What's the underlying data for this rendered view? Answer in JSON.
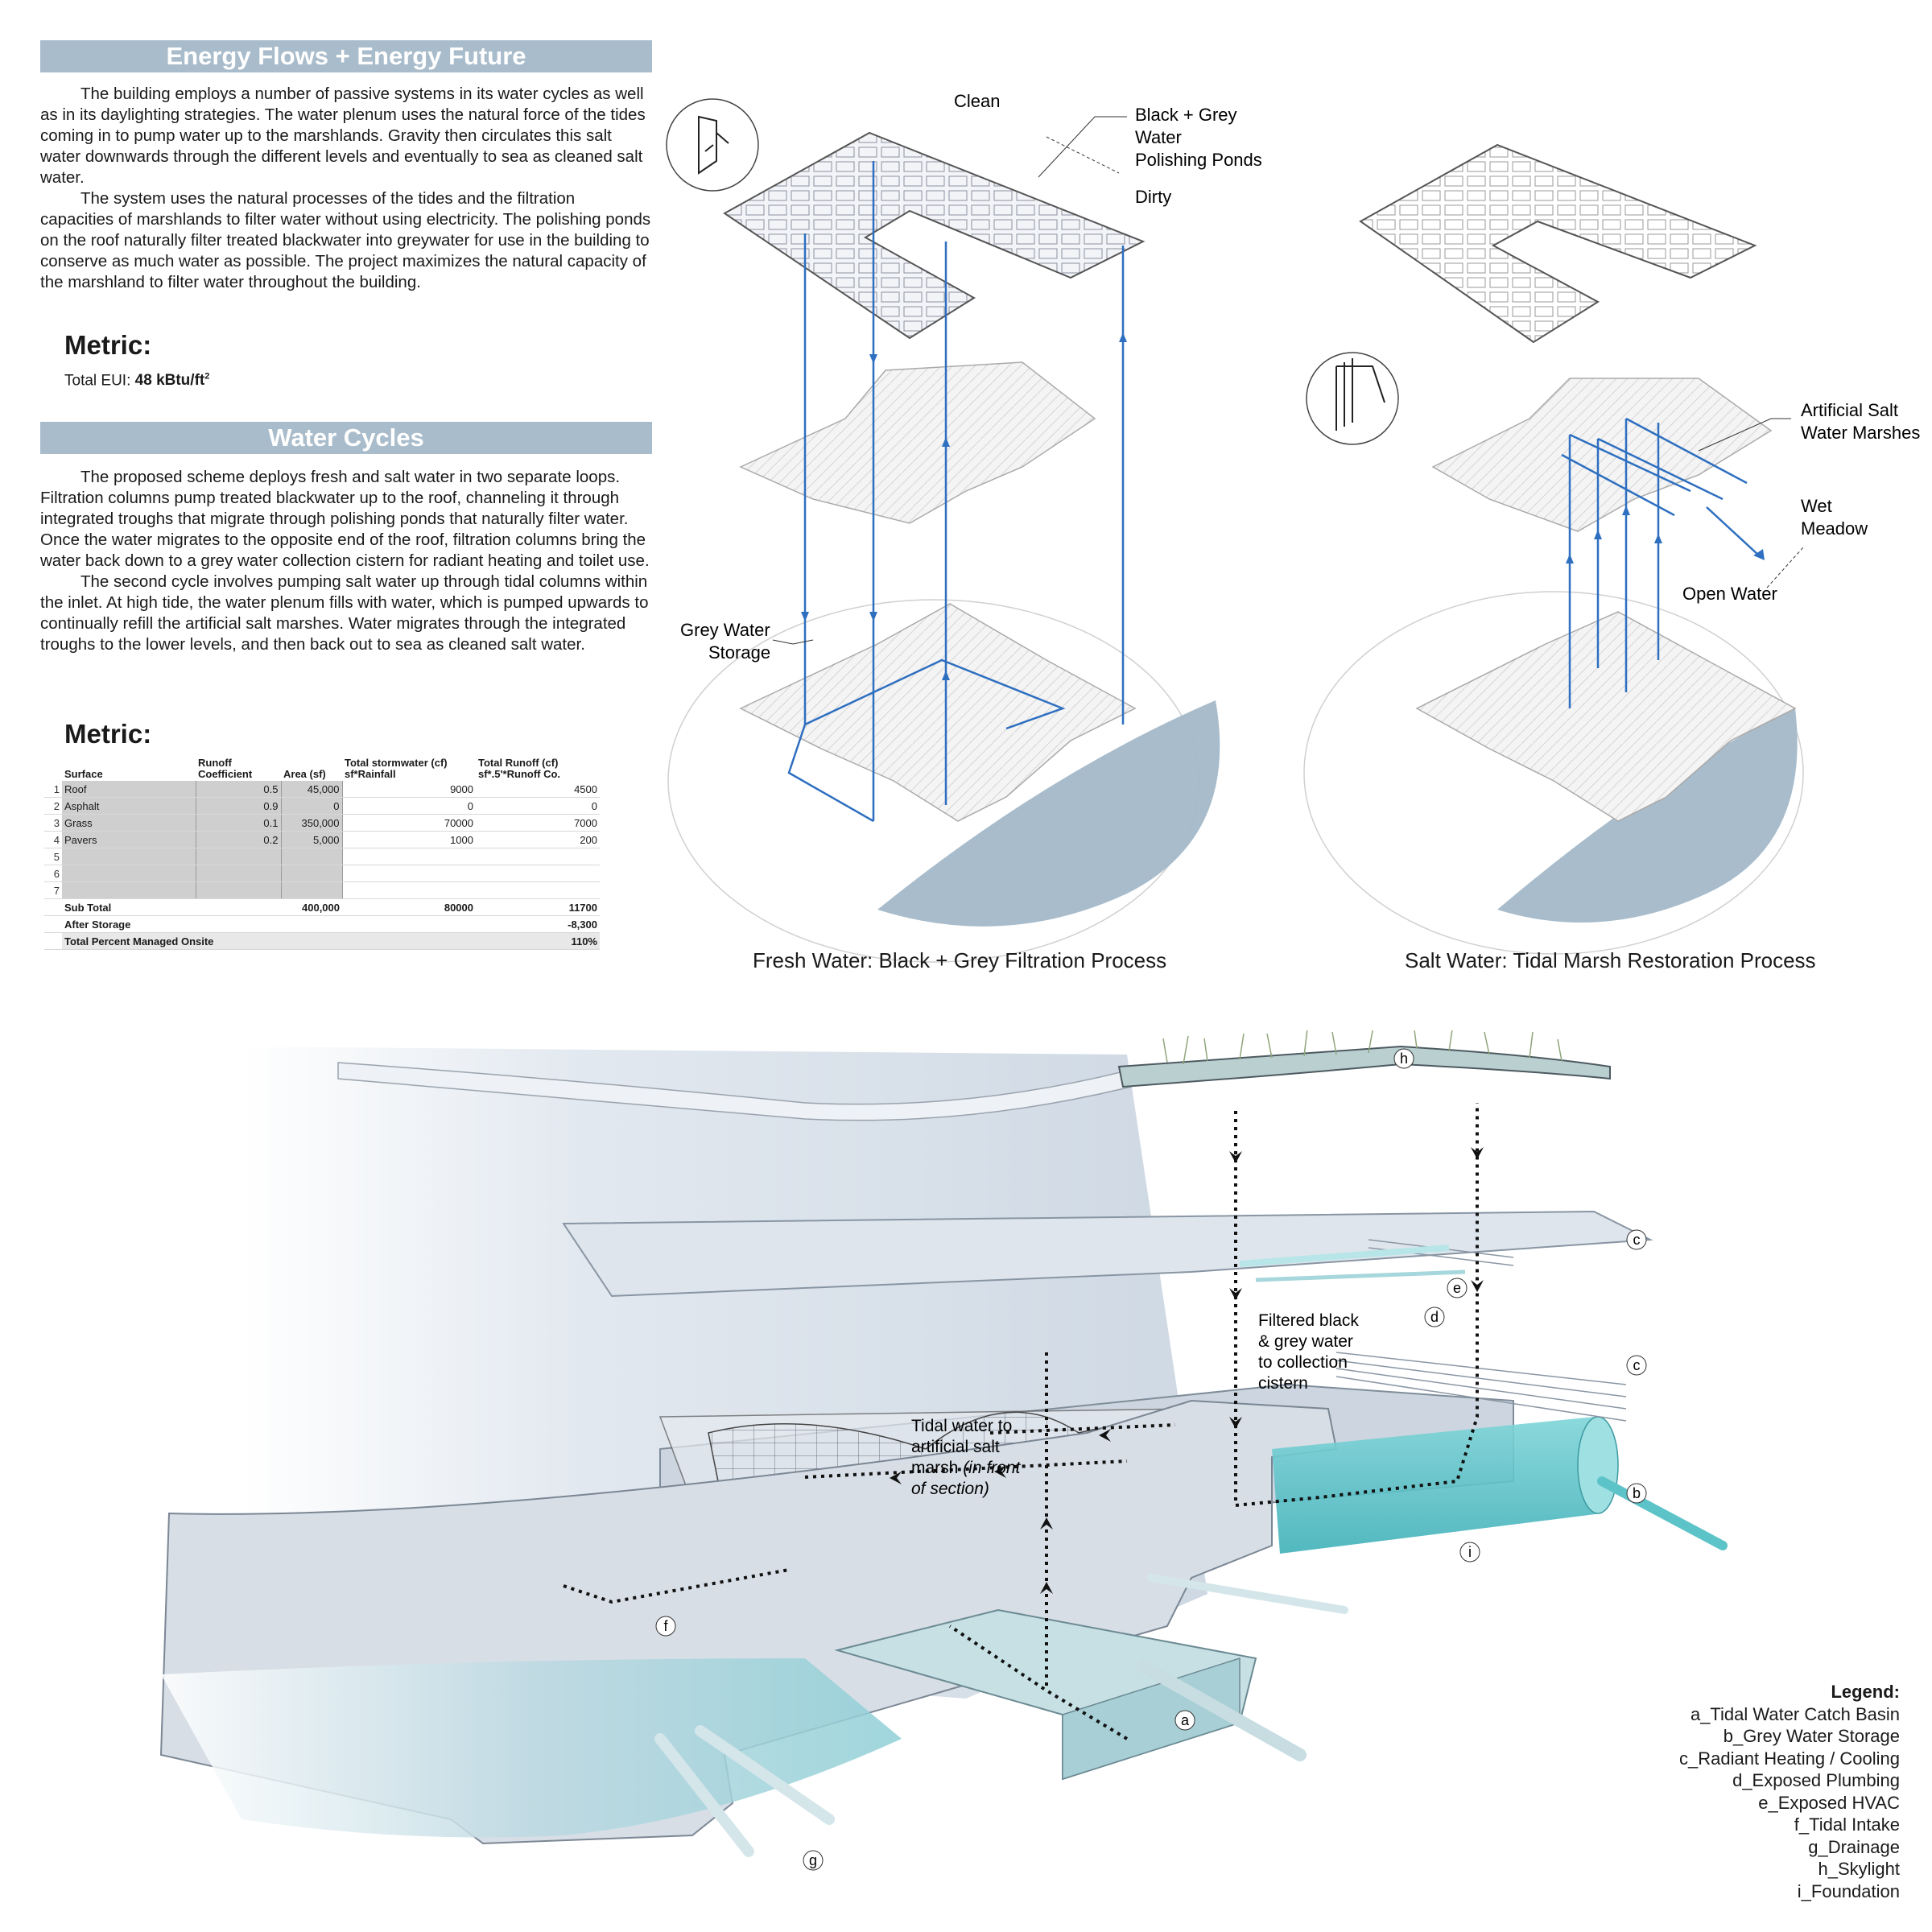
{
  "energy": {
    "title": "Energy Flows + Energy Future",
    "paragraphs": [
      "The building employs a number of passive systems in its water cycles as well as in its daylighting strategies. The water plenum uses the natural force of the tides coming in to pump water up to the marshlands. Gravity then circulates this salt water downwards through the different levels and eventually to sea as cleaned salt water.",
      "The system uses the natural processes of the tides and the filtration capacities of marshlands to filter water without using electricity. The polishing ponds on the roof naturally filter treated blackwater into greywater for use in the building to conserve as much water as possible. The project maximizes the natural capacity of the marshland to filter water throughout the building."
    ],
    "metric_heading": "Metric:",
    "eui_label": "Total EUI:",
    "eui_value": "48 kBtu/ft",
    "eui_sup": "2"
  },
  "water": {
    "title": "Water Cycles",
    "paragraphs": [
      "The proposed scheme deploys fresh and salt water in two separate loops. Filtration columns pump treated blackwater up to the roof, channeling it through integrated troughs that migrate through polishing ponds that naturally filter water.  Once the water migrates to the opposite end of the roof, filtration columns bring the water back down to a grey water collection cistern for radiant heating and toilet use.",
      "The second cycle involves pumping salt water up through tidal columns within the inlet.  At high tide, the water plenum fills with water, which is pumped upwards to continually refill the artificial salt marshes.  Water migrates through the integrated troughs to the lower levels, and then back out to sea as cleaned salt water."
    ],
    "metric_heading": "Metric:"
  },
  "table": {
    "headers": [
      "Surface",
      "Runoff Coefficient",
      "Area (sf)",
      "Total stormwater (cf) sf*Rainfall",
      "Total Runoff (cf) sf*.5'*Runoff Co."
    ],
    "rows": [
      {
        "idx": "1",
        "surface": "Roof",
        "coef": "0.5",
        "area": "45,000",
        "storm": "9000",
        "runoff": "4500"
      },
      {
        "idx": "2",
        "surface": "Asphalt",
        "coef": "0.9",
        "area": "0",
        "storm": "0",
        "runoff": "0"
      },
      {
        "idx": "3",
        "surface": "Grass",
        "coef": "0.1",
        "area": "350,000",
        "storm": "70000",
        "runoff": "7000"
      },
      {
        "idx": "4",
        "surface": "Pavers",
        "coef": "0.2",
        "area": "5,000",
        "storm": "1000",
        "runoff": "200"
      },
      {
        "idx": "5",
        "surface": "",
        "coef": "",
        "area": "",
        "storm": "",
        "runoff": ""
      },
      {
        "idx": "6",
        "surface": "",
        "coef": "",
        "area": "",
        "storm": "",
        "runoff": ""
      },
      {
        "idx": "7",
        "surface": "",
        "coef": "",
        "area": "",
        "storm": "",
        "runoff": ""
      }
    ],
    "subtotal": {
      "label": "Sub Total",
      "area": "400,000",
      "storm": "80000",
      "runoff": "11700"
    },
    "after": {
      "label": "After Storage",
      "runoff": "-8,300"
    },
    "total": {
      "label": "Total Percent Managed Onsite",
      "runoff": "110%"
    }
  },
  "fresh_diagram": {
    "labels": {
      "clean": "Clean",
      "ponds_1": "Black + Grey",
      "ponds_2": "Water",
      "ponds_3": "Polishing Ponds",
      "dirty": "Dirty",
      "storage_1": "Grey Water",
      "storage_2": "Storage"
    },
    "caption": "Fresh Water: Black + Grey Filtration Process"
  },
  "salt_diagram": {
    "labels": {
      "marsh_1": "Artificial Salt",
      "marsh_2": "Water Marshes",
      "meadow_1": "Wet",
      "meadow_2": "Meadow",
      "open": "Open Water"
    },
    "caption": "Salt Water: Tidal Marsh Restoration Process"
  },
  "section": {
    "filtered_1": "Filtered black",
    "filtered_2": "& grey water",
    "filtered_3": "to collection",
    "filtered_4": "cistern",
    "tidal_1": "Tidal water to",
    "tidal_2": "artificial salt",
    "tidal_3": "marsh ",
    "tidal_3i": "(in front",
    "tidal_4": "of section)",
    "markers": [
      "a",
      "b",
      "c",
      "c",
      "d",
      "e",
      "f",
      "g",
      "h",
      "i"
    ]
  },
  "legend": {
    "title": "Legend:",
    "items": [
      "a_Tidal Water Catch Basin",
      "b_Grey Water Storage",
      "c_Radiant Heating / Cooling",
      "d_Exposed Plumbing",
      "e_Exposed HVAC",
      "f_Tidal Intake",
      "g_Drainage",
      "h_Skylight",
      "i_Foundation"
    ]
  },
  "colors": {
    "band": "#a9bccb",
    "water_blue": "#a3b8c8",
    "pipe_blue": "#2e6fc0",
    "teal": "#5cc3c8"
  }
}
